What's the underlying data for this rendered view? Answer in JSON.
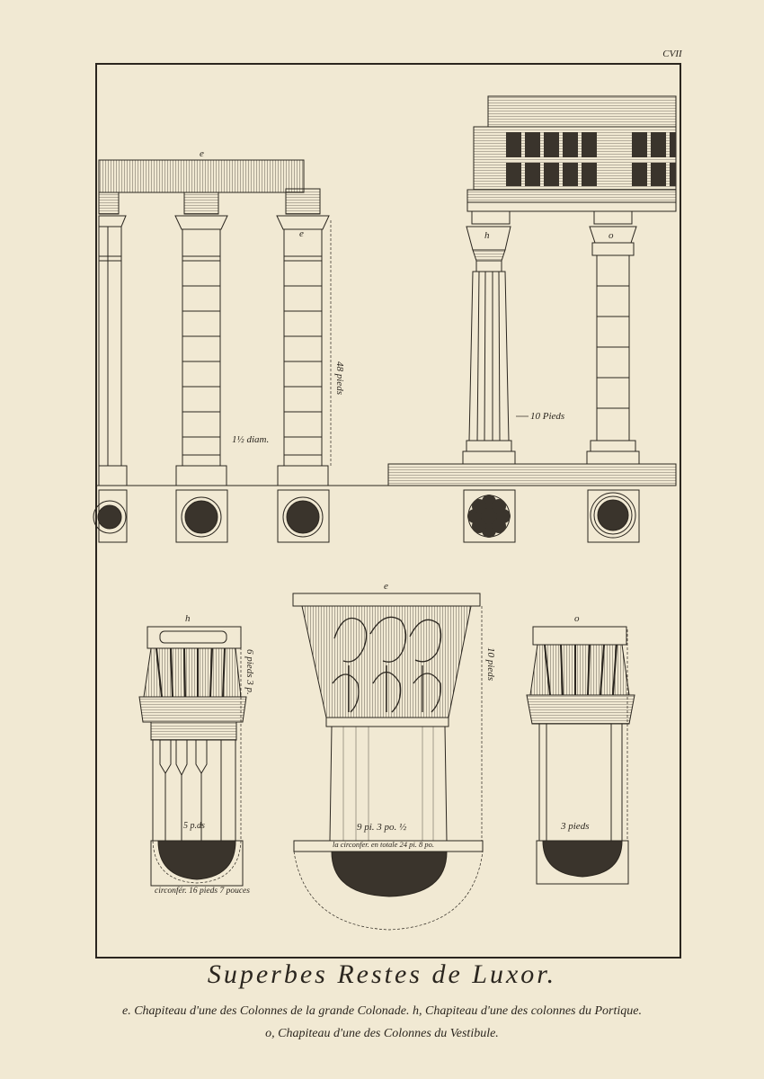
{
  "plate": {
    "number": "CVII"
  },
  "labels": {
    "e_top": "e",
    "e_col": "e",
    "h_col": "h",
    "o_col": "o",
    "height_48": "48 pieds",
    "diam": "1½ diam.",
    "ten_pieds": "10 Pieds",
    "cap_h_letter": "h",
    "cap_e_letter": "e",
    "cap_o_letter": "o",
    "cap_h_height": "6 pieds 3 p.",
    "cap_e_height": "10 pieds",
    "cap_h_width": "5 p.ds",
    "cap_e_width": "9 pi. 3 po. ½",
    "cap_o_width": "3 pieds",
    "cap_e_circ": "la circonfer. en totale 24 pi. 8 po.",
    "cap_h_circ": "circonfér. 16 pieds 7 pouces"
  },
  "title": "Superbes Restes de Luxor.",
  "caption": {
    "line1": "e. Chapiteau d'une des Colonnes de la grande Colonade. h, Chapiteau d'une des colonnes du Portique.",
    "line2": "o, Chapiteau d'une des Colonnes du Vestibule."
  },
  "colors": {
    "paper": "#f1e9d3",
    "ink": "#2b261f",
    "shade": "#5a5248"
  }
}
